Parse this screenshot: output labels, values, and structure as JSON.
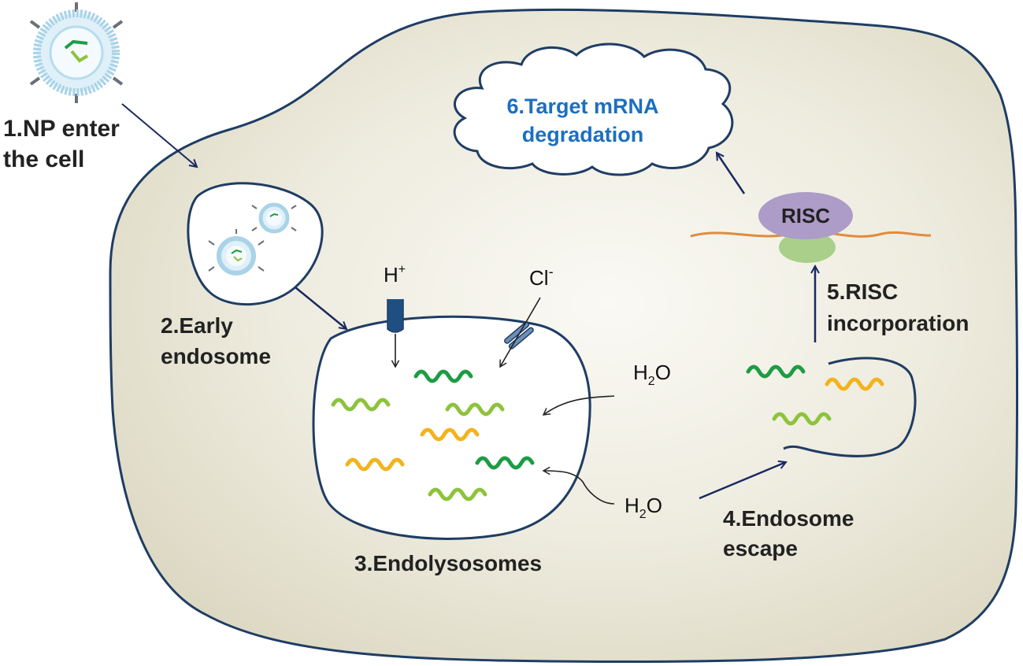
{
  "colors": {
    "cell_fill": "#ebe9dc",
    "outline": "#1f3d64",
    "arrow": "#1a2960",
    "cloud_text": "#1c6fbf",
    "risc_fill": "#ad9bc8",
    "mrna_line": "#e08c3c",
    "ago_fill": "#a9cf8a",
    "rna_dark_green": "#1d9c44",
    "rna_light_green": "#8dc33c",
    "rna_yellow": "#f2b31c",
    "membrane_blue": "#b7dcef"
  },
  "icons": [
    "nanoparticle-icon",
    "proton-pump-icon",
    "chloride-channel-icon",
    "risc-complex-icon",
    "sirna-strand-icon"
  ],
  "labels": {
    "step1_line1": "1.NP enter",
    "step1_line2": "the cell",
    "step2_line1": "2.Early",
    "step2_line2": "endosome",
    "step3": "3.Endolysosomes",
    "step4_line1": "4.Endosome",
    "step4_line2": "escape",
    "step5_line1": "5.RISC",
    "step5_line2": "incorporation",
    "step6_line1": "6.Target mRNA",
    "step6_line2": "degradation",
    "risc": "RISC"
  },
  "chem": {
    "proton": "H",
    "proton_sup": "+",
    "chloride": "Cl",
    "chloride_sup": "-",
    "water_upper": "H",
    "water_upper_sub": "2",
    "water_upper_o": "O",
    "water_lower": "H",
    "water_lower_sub": "2",
    "water_lower_o": "O"
  }
}
